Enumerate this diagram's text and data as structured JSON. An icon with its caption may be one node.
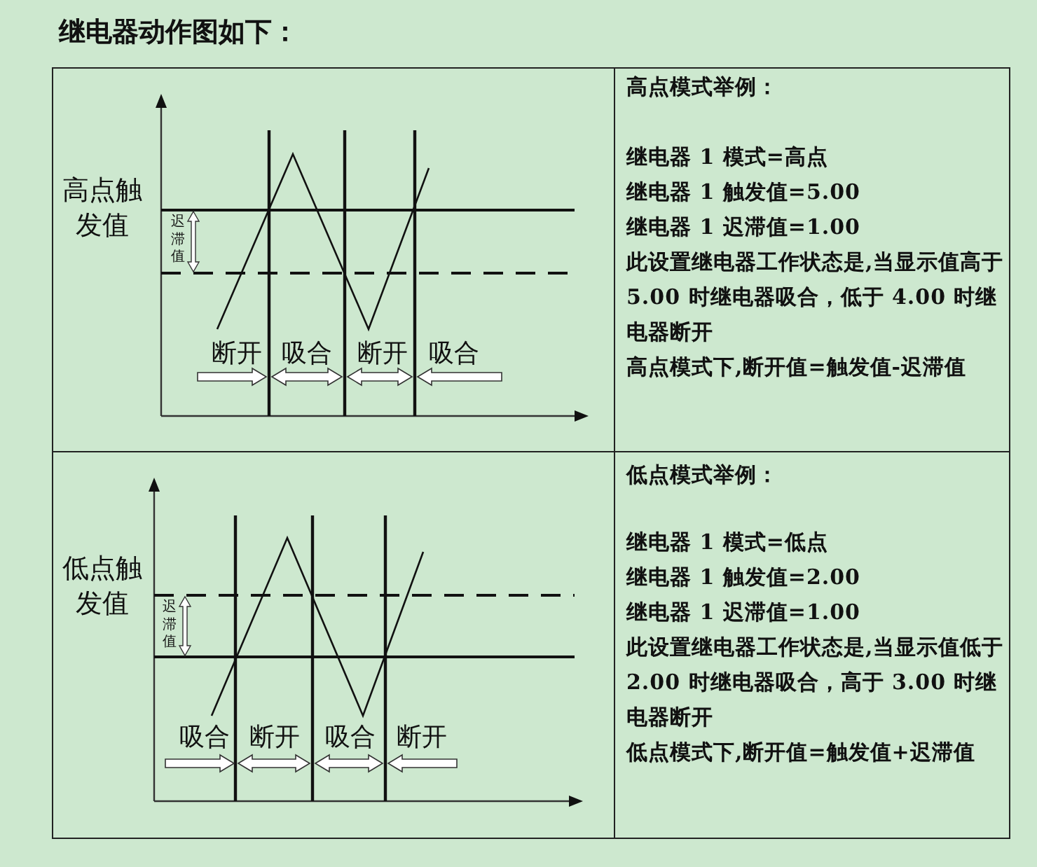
{
  "diagram": {
    "title": "继电器动作图如下：",
    "labels": [
      "高点触发值",
      "迟滞值",
      "断开",
      "吸合",
      "断开",
      "吸合",
      "高点模式举例：",
      "继电器 1 模式=高点",
      "继电器 1 触发值=5.00",
      "继电器 1 迟滞值=1.00",
      "此设置继电器工作状态是,当显示值高于 5.00 时继电器吸合，低于 4.00 时继电器断开",
      "高点模式下,断开值=触发值-迟滞值",
      "迟滞值",
      "低点触发值",
      "吸合",
      "断开",
      "吸合",
      "断开",
      "低点模式举例：",
      "继电器 1 模式=低点",
      "继电器 1 触发值=2.00",
      "继电器 1 迟滞值=1.00",
      "此设置继电器工作状态是,当显示值低于 2.00 时继电器吸合，高于 3.00 时继电器断开",
      "低点模式下,断开值=触发值+迟滞值"
    ]
  }
}
